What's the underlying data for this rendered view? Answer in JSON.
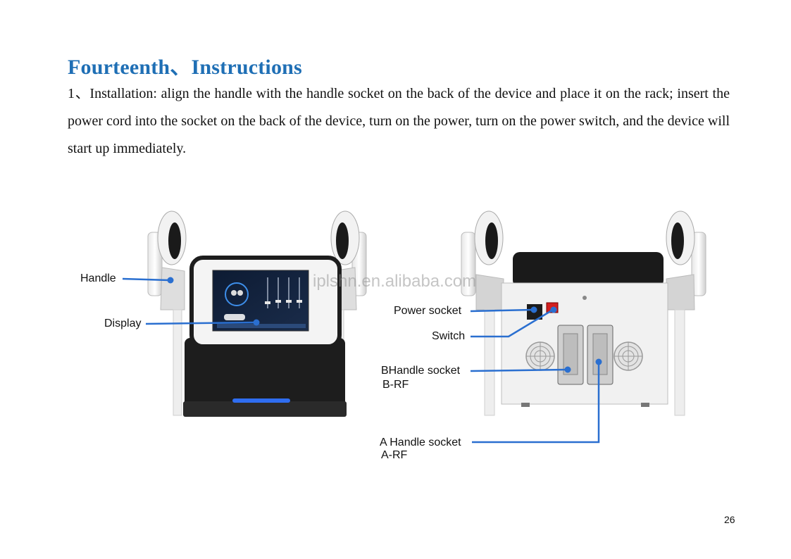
{
  "document": {
    "title": "Fourteenth、Instructions",
    "paragraph": "1、Installation: align the handle with the handle socket on the back of the device and place it on the rack; insert the power cord into the socket on the back of the device, turn on the power, turn on the power switch, and the device will start up immediately.",
    "page_number": "26"
  },
  "figure": {
    "watermark": "iplshn.en.alibaba.com",
    "front_labels": {
      "handle": "Handle",
      "display": "Display"
    },
    "back_labels": {
      "power_socket": "Power socket",
      "switch": "Switch",
      "b_handle_socket": "BHandle socket",
      "b_rf": "B-RF",
      "a_handle_socket": "A Handle socket",
      "a_rf": "A-RF"
    },
    "colors": {
      "leader_line": "#2a6fd0",
      "title": "#1f6fb5"
    }
  }
}
